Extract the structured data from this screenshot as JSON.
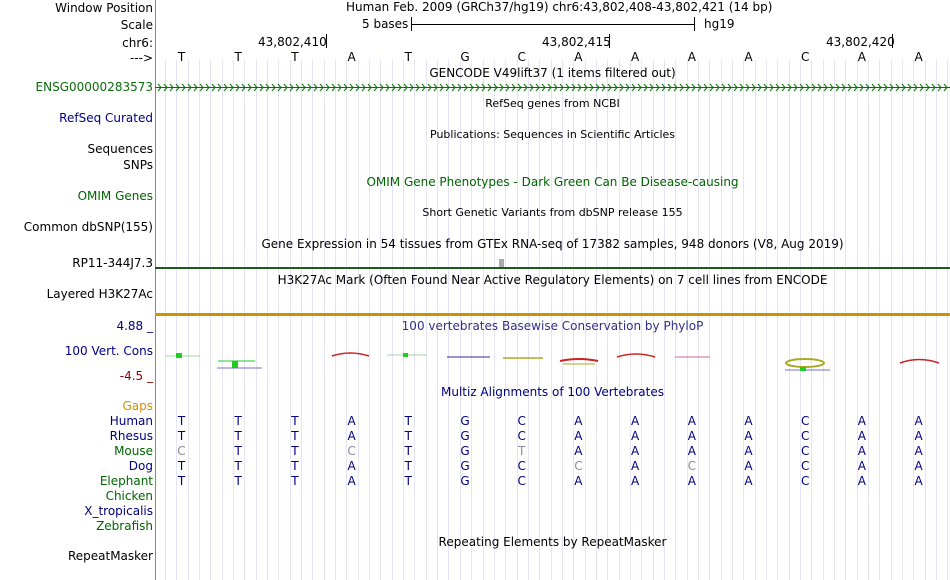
{
  "labels": {
    "window_position": "Window Position",
    "scale": "Scale",
    "chr": "chr6:",
    "arrow": "--->",
    "gencode_gene": "ENSG00000283573",
    "refseq": "RefSeq Curated",
    "sequences": "Sequences",
    "snps": "SNPs",
    "omim": "OMIM Genes",
    "common_dbsnp": "Common dbSNP(155)",
    "rp11": "RP11-344J7.3",
    "h3k27ac": "Layered H3K27Ac",
    "cons_max": "4.88 _",
    "cons_label": "100 Vert. Cons",
    "cons_min": "-4.5 _",
    "gaps": "Gaps"
  },
  "header": {
    "title": "Human Feb. 2009 (GRCh37/hg19)   chr6:43,802,408-43,802,421 (14 bp)",
    "scale_text": "5 bases",
    "assembly": "hg19",
    "pos1": "43,802,410",
    "pos2": "43,802,415",
    "pos3": "43,802,420"
  },
  "sequence": [
    "T",
    "T",
    "T",
    "A",
    "T",
    "G",
    "C",
    "A",
    "A",
    "A",
    "A",
    "C",
    "A",
    "A"
  ],
  "tracks": {
    "gencode": "GENCODE V49lift37 (1 items filtered out)",
    "refseq": "RefSeq genes from NCBI",
    "publications": "Publications: Sequences in Scientific Articles",
    "omim": "OMIM Gene Phenotypes - Dark Green Can Be Disease-causing",
    "dbsnp": "Short Genetic Variants from dbSNP release 155",
    "gtex": "Gene Expression in 54 tissues from GTEx RNA-seq of 17382 samples, 948 donors (V8, Aug 2019)",
    "h3k27ac": "H3K27Ac Mark (Often Found Near Active Regulatory Elements) on 7 cell lines from ENCODE",
    "phylop": "100 vertebrates Basewise Conservation by PhyloP",
    "multiz": "Multiz Alignments of 100 Vertebrates",
    "repeatmasker": "Repeating Elements by RepeatMasker"
  },
  "species": [
    {
      "name": "Human",
      "color": "#000080",
      "bases": [
        "T",
        "T",
        "T",
        "A",
        "T",
        "G",
        "C",
        "A",
        "A",
        "A",
        "A",
        "C",
        "A",
        "A"
      ]
    },
    {
      "name": "Rhesus",
      "color": "#000080",
      "bases": [
        "T",
        "T",
        "T",
        "A",
        "T",
        "G",
        "C",
        "A",
        "A",
        "A",
        "A",
        "C",
        "A",
        "A"
      ]
    },
    {
      "name": "Mouse",
      "color": "#006400",
      "bases": [
        "C",
        "T",
        "T",
        "C",
        "T",
        "G",
        "T",
        "A",
        "A",
        "A",
        "A",
        "C",
        "A",
        "A"
      ]
    },
    {
      "name": "Dog",
      "color": "#000080",
      "bases": [
        "T",
        "T",
        "T",
        "A",
        "T",
        "G",
        "C",
        "C",
        "A",
        "C",
        "A",
        "C",
        "A",
        "A"
      ]
    },
    {
      "name": "Elephant",
      "color": "#006400",
      "bases": [
        "T",
        "T",
        "T",
        "A",
        "T",
        "G",
        "C",
        "A",
        "A",
        "A",
        "A",
        "C",
        "A",
        "A"
      ]
    },
    {
      "name": "Chicken",
      "color": "#006400",
      "bases": []
    },
    {
      "name": "X_tropicalis",
      "color": "#000080",
      "bases": []
    },
    {
      "name": "Zebrafish",
      "color": "#006400",
      "bases": []
    }
  ],
  "mismatch": [
    [],
    [],
    [
      0,
      3,
      6
    ],
    [
      7,
      9
    ],
    [],
    [],
    [],
    []
  ],
  "colors": {
    "gencode_green": "#0c6b0c",
    "navy": "#000080",
    "omim_green": "#006400",
    "dark_red": "#8b0000",
    "gaps_orange": "#d29000",
    "mismatch_gray": "#8c8c9c",
    "h3k27ac_top": "#1e5a1e",
    "h3k27ac_bottom": "#d29000"
  }
}
